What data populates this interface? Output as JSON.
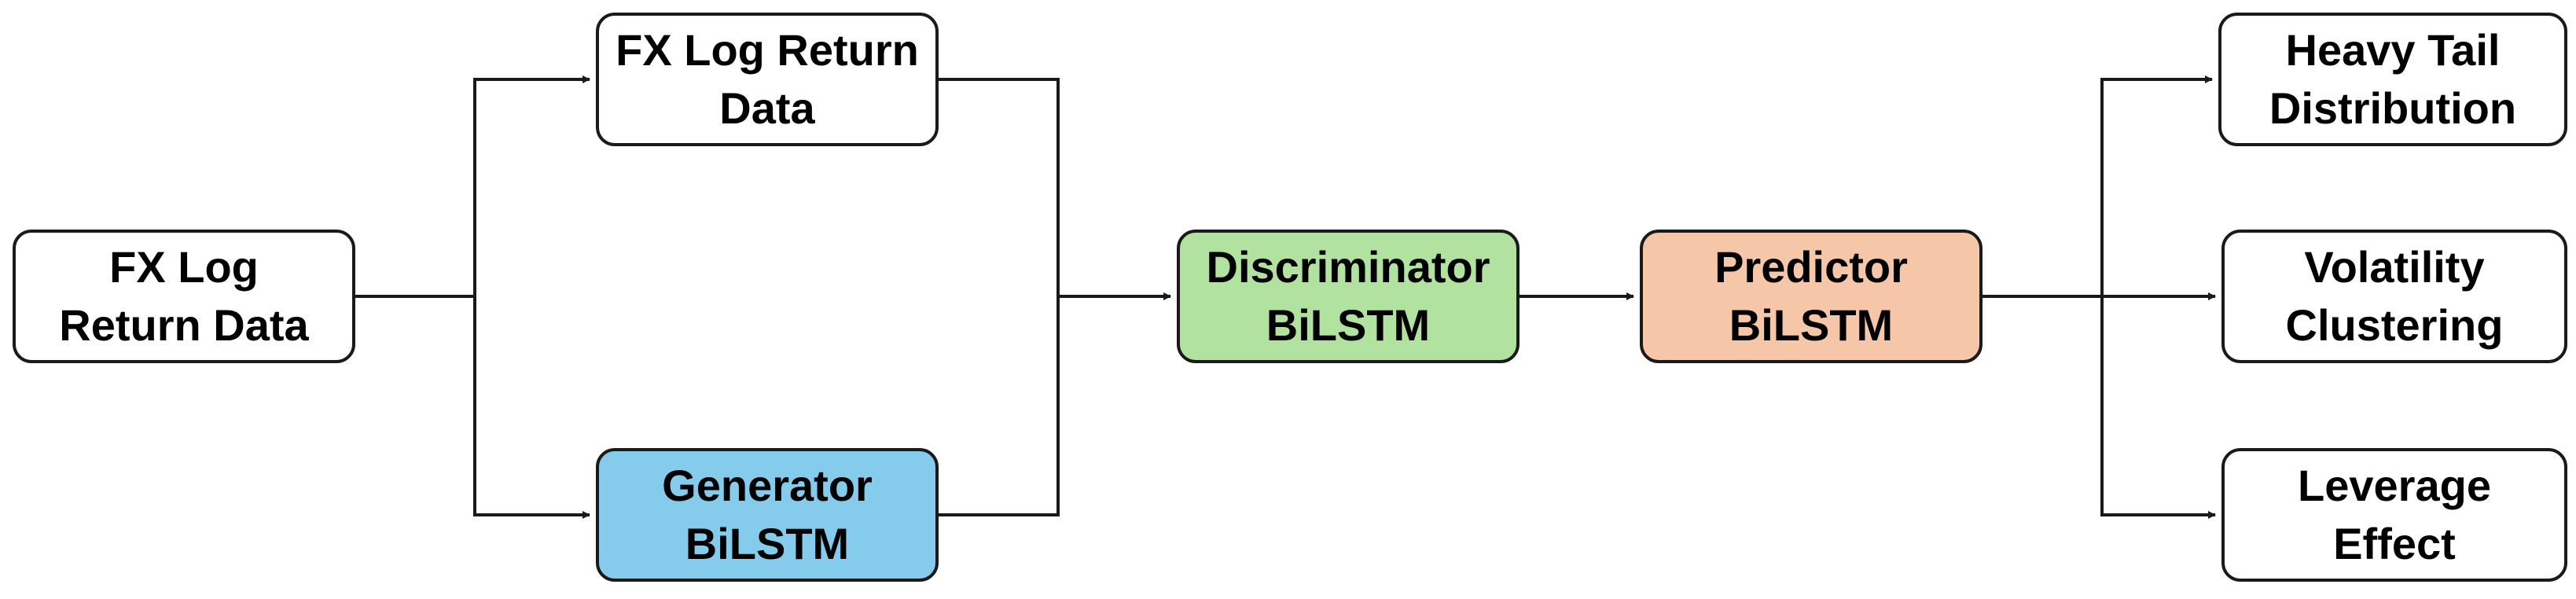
{
  "diagram": {
    "nodes": {
      "input": {
        "line1": "FX Log",
        "line2": "Return Data",
        "fill": "#ffffff"
      },
      "real_data": {
        "line1": "FX Log Return",
        "line2": "Data",
        "fill": "#ffffff"
      },
      "generator": {
        "line1": "Generator",
        "line2": "BiLSTM",
        "fill": "#85ccec"
      },
      "discriminator": {
        "line1": "Discriminator",
        "line2": "BiLSTM",
        "fill": "#b2e2a0"
      },
      "predictor": {
        "line1": "Predictor",
        "line2": "BiLSTM",
        "fill": "#f6c6a8"
      },
      "heavy_tail": {
        "line1": "Heavy Tail",
        "line2": "Distribution",
        "fill": "#ffffff"
      },
      "volatility": {
        "line1": "Volatility",
        "line2": "Clustering",
        "fill": "#ffffff"
      },
      "leverage": {
        "line1": "Leverage",
        "line2": "Effect",
        "fill": "#ffffff"
      }
    },
    "edges": [
      {
        "from": "input",
        "to": "real_data"
      },
      {
        "from": "input",
        "to": "generator"
      },
      {
        "from": "real_data",
        "to": "discriminator"
      },
      {
        "from": "generator",
        "to": "discriminator"
      },
      {
        "from": "discriminator",
        "to": "predictor"
      },
      {
        "from": "predictor",
        "to": "heavy_tail"
      },
      {
        "from": "predictor",
        "to": "volatility"
      },
      {
        "from": "predictor",
        "to": "leverage"
      }
    ],
    "line_color": "#1a1a1a"
  }
}
